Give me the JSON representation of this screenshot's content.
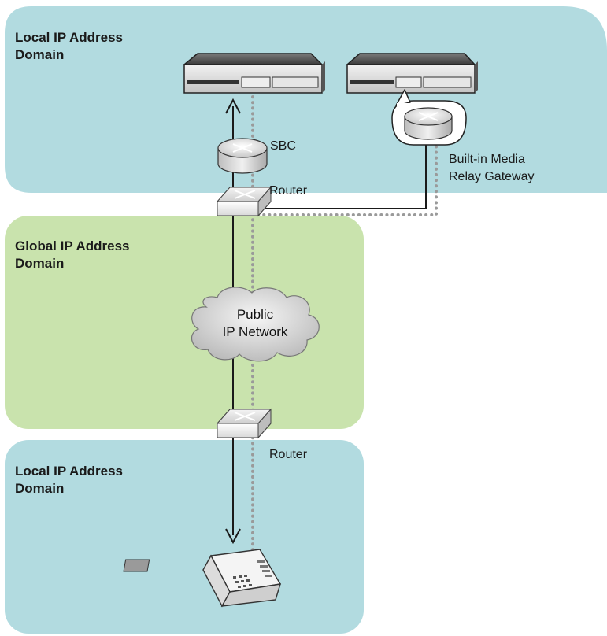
{
  "regions": {
    "top_local": {
      "label": "Local IP Address\nDomain",
      "color": "#b2dbe0"
    },
    "global": {
      "label": "Global IP Address\nDomain",
      "color": "#c9e3ad"
    },
    "bottom_local": {
      "label": "Local IP Address\nDomain",
      "color": "#b2dbe0"
    }
  },
  "nodes": {
    "sbc": {
      "label": "SBC",
      "icon": "router-round-icon"
    },
    "router_top": {
      "label": "Router",
      "icon": "router-box-icon"
    },
    "media_relay": {
      "label": "Built-in Media\nRelay Gateway",
      "icon": "router-round-icon"
    },
    "cloud": {
      "label": "Public\nIP Network",
      "icon": "cloud-icon"
    },
    "router_bottom": {
      "label": "Router",
      "icon": "router-box-icon"
    },
    "pbx_left": {
      "icon": "pbx-unit-icon"
    },
    "pbx_right": {
      "icon": "pbx-unit-icon"
    },
    "phone": {
      "icon": "ip-phone-icon"
    }
  },
  "colors": {
    "link_solid": "#1a1a1a",
    "link_dotted": "#9a9a9a"
  }
}
